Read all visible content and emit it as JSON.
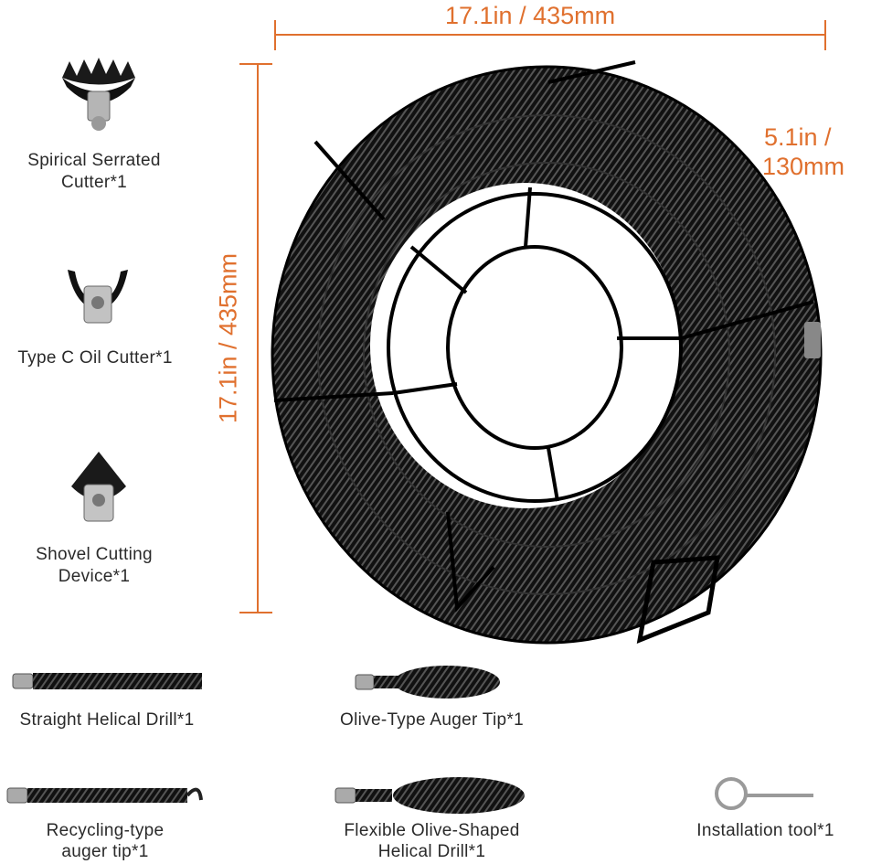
{
  "dimensions": {
    "width_label": "17.1in / 435mm",
    "height_label": "17.1in / 435mm",
    "diameter_label_line1": "5.1in /",
    "diameter_label_line2": "130mm"
  },
  "accessories": [
    {
      "name_line1": "Spirical Serrated",
      "name_line2": "Cutter*1"
    },
    {
      "name_line1": "Type C Oil Cutter*1",
      "name_line2": ""
    },
    {
      "name_line1": "Shovel Cutting",
      "name_line2": "Device*1"
    },
    {
      "name_line1": "Straight Helical Drill*1",
      "name_line2": ""
    },
    {
      "name_line1": "Olive-Type Auger Tip*1",
      "name_line2": ""
    },
    {
      "name_line1": "Recycling-type",
      "name_line2": "auger tip*1"
    },
    {
      "name_line1": "Flexible Olive-Shaped",
      "name_line2": "Helical Drill*1"
    },
    {
      "name_line1": "Installation tool*1",
      "name_line2": ""
    }
  ],
  "colors": {
    "dimension": "#e0702e",
    "cable": "#1a1a1a",
    "steel": "#9a9a9a"
  }
}
